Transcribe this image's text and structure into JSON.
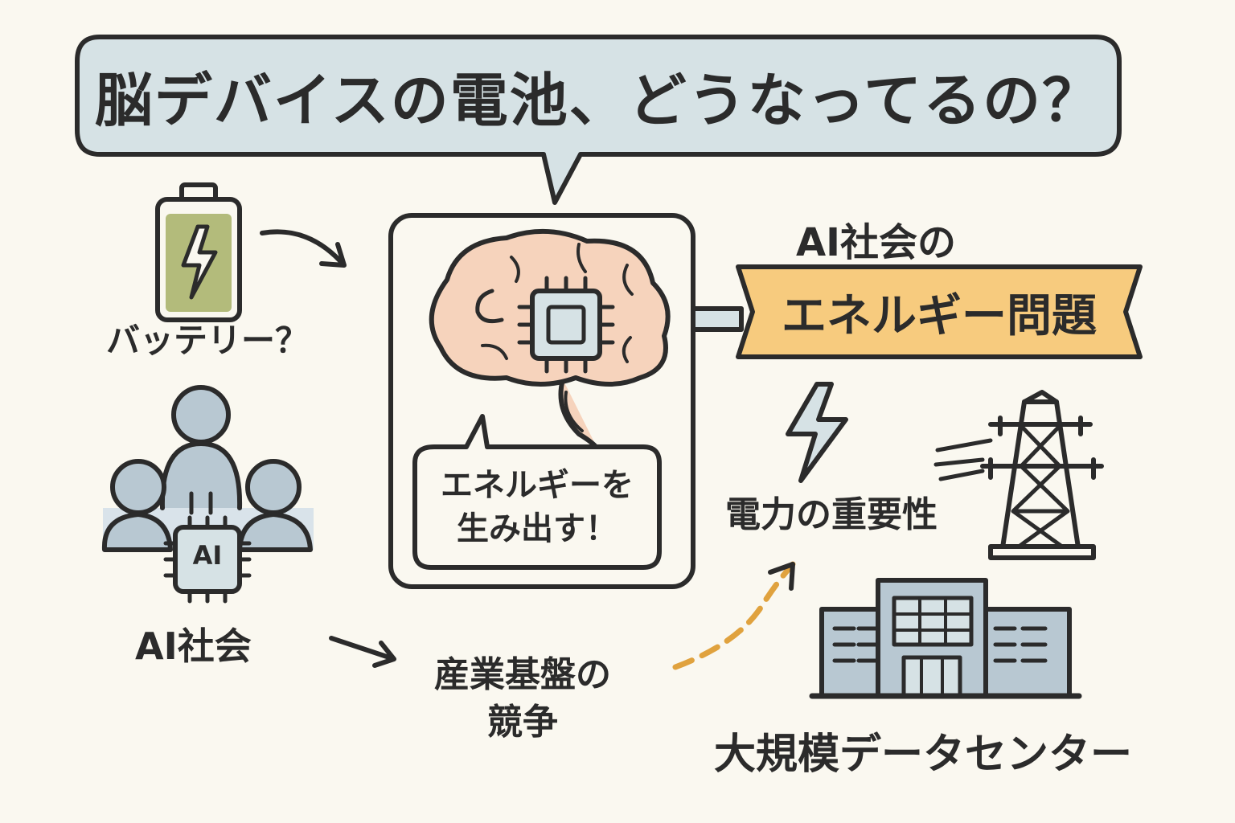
{
  "title": "脳デバイスの電池、どうなってるの？",
  "battery": {
    "label": "バッテリー？"
  },
  "ai_society": {
    "label": "AI社会",
    "chip_text": "AI"
  },
  "brain": {
    "line1": "エネルギーを",
    "line2": "生み出す！"
  },
  "energy": {
    "intro": "AI社会の",
    "title": "エネルギー問題"
  },
  "power": {
    "label": "電力の重要性"
  },
  "industry": {
    "line1": "産業基盤の",
    "line2": "競争"
  },
  "datacenter": {
    "label": "大規模データセンター"
  },
  "colors": {
    "background": "#faf8f0",
    "stroke": "#2b2b2b",
    "bubble": "#d6e2e5",
    "banner": "#f7cb7e",
    "brain": "#f6d3bc",
    "battery": "#b3bb7b",
    "people": "#b8c8d2",
    "building": "#b8c8d2",
    "dashed_arrow": "#e0a23e"
  },
  "icons": [
    "battery-icon",
    "lightning-icon",
    "brain-icon",
    "chip-icon",
    "people-icon",
    "power-tower-icon",
    "building-icon",
    "arrow-icon"
  ]
}
